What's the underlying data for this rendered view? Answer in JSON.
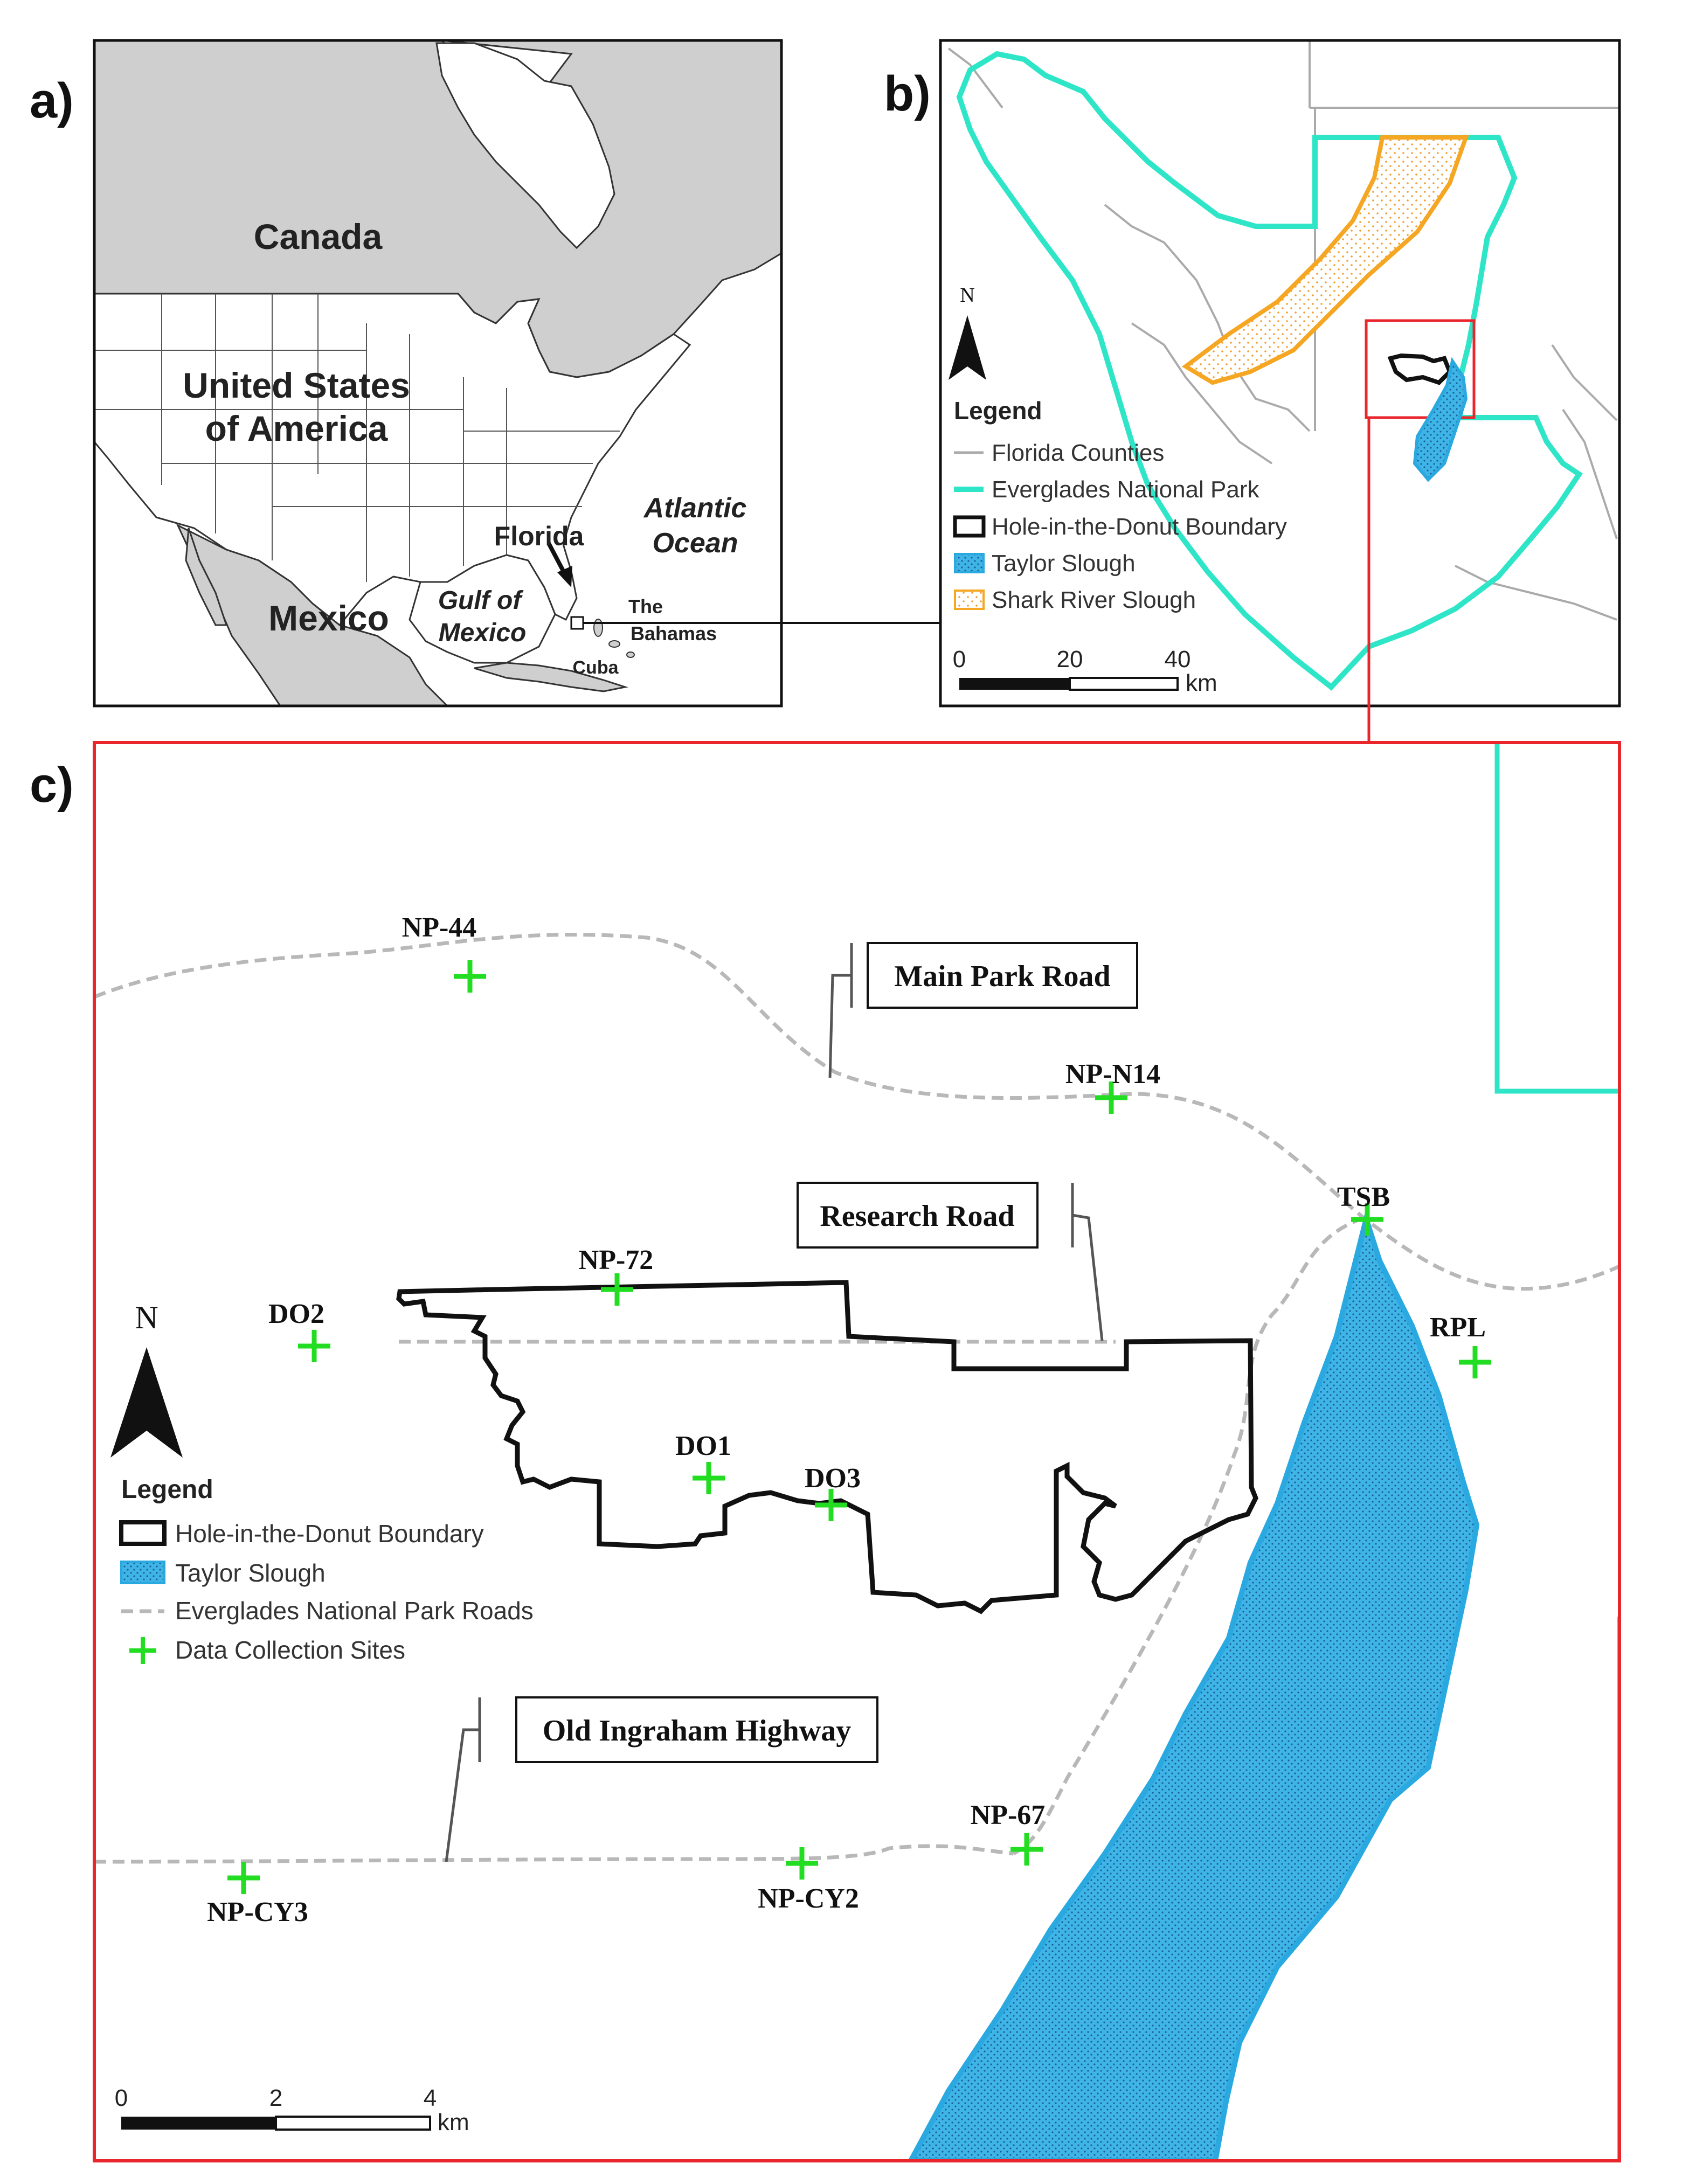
{
  "panel_a": {
    "label": "a)",
    "countries": {
      "canada": "Canada",
      "usa_line1": "United States",
      "usa_line2": "of America",
      "mexico": "Mexico",
      "cuba": "Cuba"
    },
    "water": {
      "atlantic_line1": "Atlantic",
      "atlantic_line2": "Ocean",
      "gulf_line1": "Gulf of",
      "gulf_line2": "Mexico"
    },
    "places": {
      "florida": "Florida",
      "bahamas_line1": "The",
      "bahamas_line2": "Bahamas"
    }
  },
  "panel_b": {
    "label": "b)",
    "north": "N",
    "legend_title": "Legend",
    "legend_items": [
      "Florida Counties",
      "Everglades National Park",
      "Hole-in-the-Donut Boundary",
      "Taylor Slough",
      "Shark River Slough"
    ],
    "scale": {
      "ticks": [
        "0",
        "20",
        "40"
      ],
      "unit": "km"
    }
  },
  "panel_c": {
    "label": "c)",
    "north": "N",
    "legend_title": "Legend",
    "legend_items": [
      "Hole-in-the-Donut Boundary",
      "Taylor Slough",
      "Everglades National Park Roads",
      "Data Collection Sites"
    ],
    "roads": {
      "main": "Main Park Road",
      "research": "Research Road",
      "old": "Old Ingraham Highway"
    },
    "sites": {
      "np44": "NP-44",
      "npn14": "NP-N14",
      "tsb": "TSB",
      "np72": "NP-72",
      "do2": "DO2",
      "rpl": "RPL",
      "do1": "DO1",
      "do3": "DO3",
      "np67": "NP-67",
      "npcy3": "NP-CY3",
      "npcy2": "NP-CY2"
    },
    "scale": {
      "ticks": [
        "0",
        "2",
        "4"
      ],
      "unit": "km"
    }
  },
  "colors": {
    "park_boundary": "#2ee6c7",
    "taylor_slough": "#2aa8e0",
    "shark_river": "#f5a623",
    "site_marker": "#22dd22",
    "inset_frame": "#e8262b",
    "land_gray": "#cfcfcf"
  }
}
